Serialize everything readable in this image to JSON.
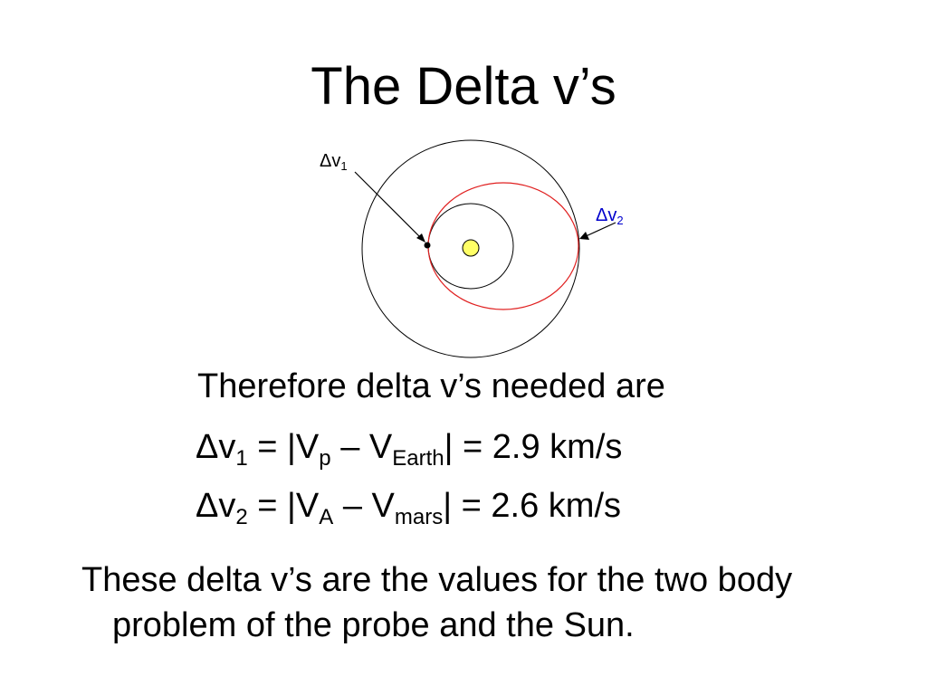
{
  "title": "The Delta v’s",
  "diagram": {
    "dv1_label": {
      "sym": "Δv",
      "sub": "1"
    },
    "dv2_label": {
      "sym": "Δv",
      "sub": "2"
    },
    "colors": {
      "orbit": "#000000",
      "transfer": "#e02020",
      "sun": "#ffff66",
      "dv2_label": "#0000cc"
    }
  },
  "text": {
    "intro": "Therefore delta v’s needed are",
    "eq1": {
      "a": "Δv",
      "a_sub": "1",
      "b": " = |V",
      "b_sub": "p",
      "c": " – V",
      "c_sub": "Earth",
      "d": "| = 2.9 km/s"
    },
    "eq2": {
      "a": "Δv",
      "a_sub": "2",
      "b": " = |V",
      "b_sub": "A",
      "c": " – V",
      "c_sub": "mars",
      "d": "| = 2.6 km/s"
    },
    "conclusion": "These delta v’s are the values for the two body problem of the probe and the Sun."
  }
}
